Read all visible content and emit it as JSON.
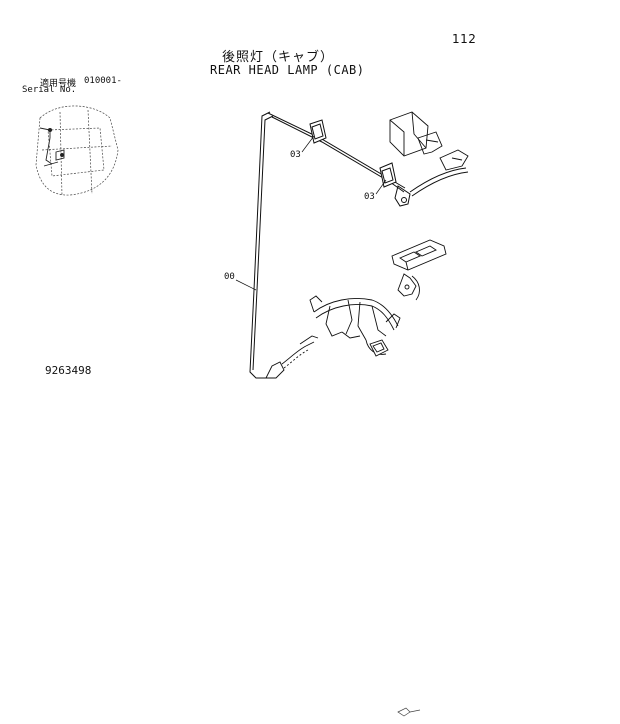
{
  "page": {
    "number": "112"
  },
  "title": {
    "japanese": "後照灯（キャブ）",
    "english": "REAR HEAD LAMP (CAB)"
  },
  "serial": {
    "label_japanese": "適用号機",
    "range": "010001-",
    "label_english": "Serial No."
  },
  "part_number": "9263498",
  "callouts": [
    {
      "label": "03"
    },
    {
      "label": "03"
    },
    {
      "label": "00"
    }
  ],
  "icons": {
    "locator": "machine-locator-thumbnail",
    "assembly": "rear-head-lamp-harness-drawing"
  }
}
